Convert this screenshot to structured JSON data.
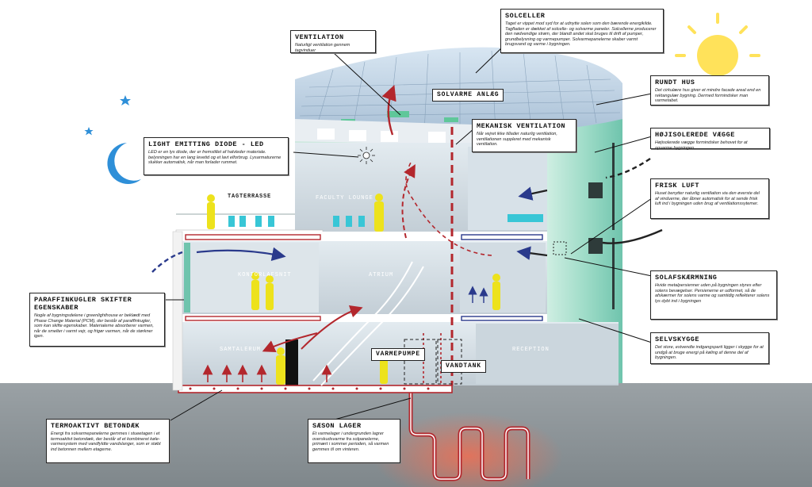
{
  "rooms": {
    "tagterrasse": "TAGTERRASSE",
    "faculty_lounge": "FACULTY LOUNGE",
    "kontorlafsnit": "KONTORLAFSNIT",
    "atrium": "ATRIUM",
    "samtalerum": "SAMTALERUM",
    "reception": "RECEPTION"
  },
  "tags": {
    "solvarme": "SOLVARME ANLÆG",
    "varmepumpe": "VARMEPUMPE",
    "vandtank": "VANDTANK"
  },
  "callouts": {
    "solceller": {
      "title": "SOLCELLER",
      "text": "Taget er vippet mod syd for at udnytte solen som den bærende energikilde. Tagfladen er dækket af solcelle- og solvarme paneler. Solcellerne producerer den nødvendige strøm, der blandt andet skal bruges til drift af pumper, grundbelysning og varmepumper. Solvarmepanelerne skaber varmt brugsvand og varme i bygningen."
    },
    "ventilation": {
      "title": "VENTILATION",
      "text": "Naturligt ventilation gennem tagvinduer"
    },
    "rundt_hus": {
      "title": "RUNDT HUS",
      "text": "Det cirkulære hus giver et mindre facade areal end en rektangulær bygning. Dermed formindsker man varmetabet."
    },
    "hojisolerede": {
      "title": "HØJISOLEREDE VÆGGE",
      "text": "Højisolerede vægge formindsker behovet for at opvarme bygningen"
    },
    "mekanisk": {
      "title": "MEKANISK VENTILATION",
      "text": "Når vejret ikke tillader naturlig ventilation, ventilationen suppleret med mekanisk ventilation."
    },
    "led": {
      "title": "LIGHT EMITTING DIODE - LED",
      "text": "LED er en lys diode, der er fremstillet af halvleder materiale. belysningen har en lang levetid og et lavt elforbrug. Lysarmaturerne slukker automatisk, når man forlader rummet."
    },
    "frisk_luft": {
      "title": "FRISK LUFT",
      "text": "Huset benytter naturlig ventilation via den øverste del af vinduerne, der åbner automatisk for at sende frisk luft ind i bygningen uden brug af ventilationssytemer."
    },
    "paraffin": {
      "title": "PARAFFINKUGLER SKIFTER EGENSKABER",
      "text": "Nogle af bygningsdelene i greenlighthouse er beklædt med Phase Change Material (PCM), der består af paraffinkugler, som kan skifte egenskaber. Materialerne absorberer varmen, når de smelter i varmt vejr, og frigør varmen, når de størkner igen."
    },
    "solafskaerm": {
      "title": "SOLAFSKÆRMNING",
      "text": "Hvide metalpersienner uden på bygningen styres efter solens bevægelser. Persienerne er udformet, så de afskærmer for solens varme og samtidig reflekterer solens lys dybt ind i bygningen"
    },
    "selvskygge": {
      "title": "SELVSKYGGE",
      "text": "Det store, estvendte indgangsparti ligger i skygge for at undgå at bruge energi på køling af denne del af bygningen."
    },
    "termoaktiv": {
      "title": "TERMOAKTIVT BETONDÆK",
      "text": "Energi fra solvarmepanelerne gemmes i stueetagen i et termoaktivt betondæk, der består af et kombineret køle-varmesystem med vandfyldte vandslanger, som er støbt ind betonnen mellem etagerne."
    },
    "saeson": {
      "title": "SÆSON LAGER",
      "text": "Et varmelager i undergrunden lagrer overskudsvarme fra solpanelerne, primært i sommer perioden, så varmen gemmes til om vinteren."
    }
  },
  "colors": {
    "heat_red": "#b3272d",
    "cool_blue": "#2a3a8c",
    "glass_green": "#bfe6d6",
    "ground": "#8e9599",
    "sun": "#ffe25a",
    "moon": "#2e8fd8"
  },
  "icons": [
    "sun-icon",
    "moon-icon",
    "star-icon",
    "led-bulb-icon",
    "person-icon"
  ]
}
